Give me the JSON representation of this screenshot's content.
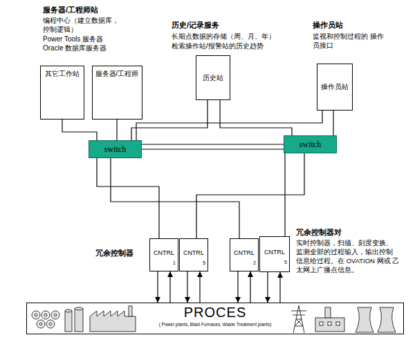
{
  "diagram": {
    "nodes": [
      {
        "text": [
          "其它工作站"
        ]
      },
      {
        "text": [
          "服务器/工程师"
        ]
      },
      {
        "text": [
          "历史站"
        ]
      },
      {
        "text": [
          "操作员站"
        ]
      },
      {
        "text": [
          "switch"
        ]
      },
      {
        "text": [
          "switch"
        ]
      },
      {
        "text": [
          "CNTRL",
          "1"
        ]
      },
      {
        "text": [
          "CNTRL",
          "5"
        ]
      },
      {
        "text": [
          "CNTRL",
          "2"
        ]
      },
      {
        "text": [
          "CNTRL",
          "5"
        ]
      },
      {
        "text": [
          "PROCES",
          "( Power plants, Blast Furnaces, Waste Treatment plants)"
        ]
      }
    ],
    "edges": [
      {
        "from": 0,
        "to": 4,
        "arrow": "none"
      },
      {
        "from": 1,
        "to": 4,
        "arrow": "none"
      },
      {
        "from": 4,
        "to": 5,
        "arrow": "none"
      },
      {
        "from": 4,
        "to": 5,
        "arrow": "none"
      },
      {
        "from": 2,
        "to": 4,
        "arrow": "none"
      },
      {
        "from": 2,
        "to": 5,
        "arrow": "none"
      },
      {
        "from": 3,
        "to": 5,
        "arrow": "none"
      },
      {
        "from": 3,
        "to": 4,
        "arrow": "none"
      },
      {
        "from": 4,
        "to": 6,
        "arrow": "none"
      },
      {
        "from": 4,
        "to": 8,
        "arrow": "none"
      },
      {
        "from": 5,
        "to": 7,
        "arrow": "none"
      },
      {
        "from": 5,
        "to": 9,
        "arrow": "none"
      },
      {
        "from": 6,
        "to": 10,
        "arrow": "to"
      },
      {
        "from": 10,
        "to": 6,
        "arrow": "to"
      },
      {
        "from": 7,
        "to": 10,
        "arrow": "to"
      },
      {
        "from": 10,
        "to": 7,
        "arrow": "to"
      },
      {
        "from": 8,
        "to": 10,
        "arrow": "to"
      },
      {
        "from": 10,
        "to": 8,
        "arrow": "to"
      },
      {
        "from": 9,
        "to": 10,
        "arrow": "to"
      },
      {
        "from": 10,
        "to": 9,
        "arrow": "to"
      }
    ],
    "labels": [
      "服务器/工程师站",
      "编程中心（建立数据库， 控制逻辑）",
      "Power Tools 服务器",
      "Oracle 数据库服务器",
      "历史/记录服务",
      "长期点数据的存储（周、月、年）",
      "检索操作站/报警站的历史趋势",
      "操作员站",
      "监视和控制过程的 操作员接口",
      "冗余控制器",
      "冗余控制器对",
      "实时控制器，扫描、刻度变换、 监测全部的过程输入，输出控制 信息给过程。在 OVATION 网或 乙太网上广播点信息。"
    ]
  }
}
